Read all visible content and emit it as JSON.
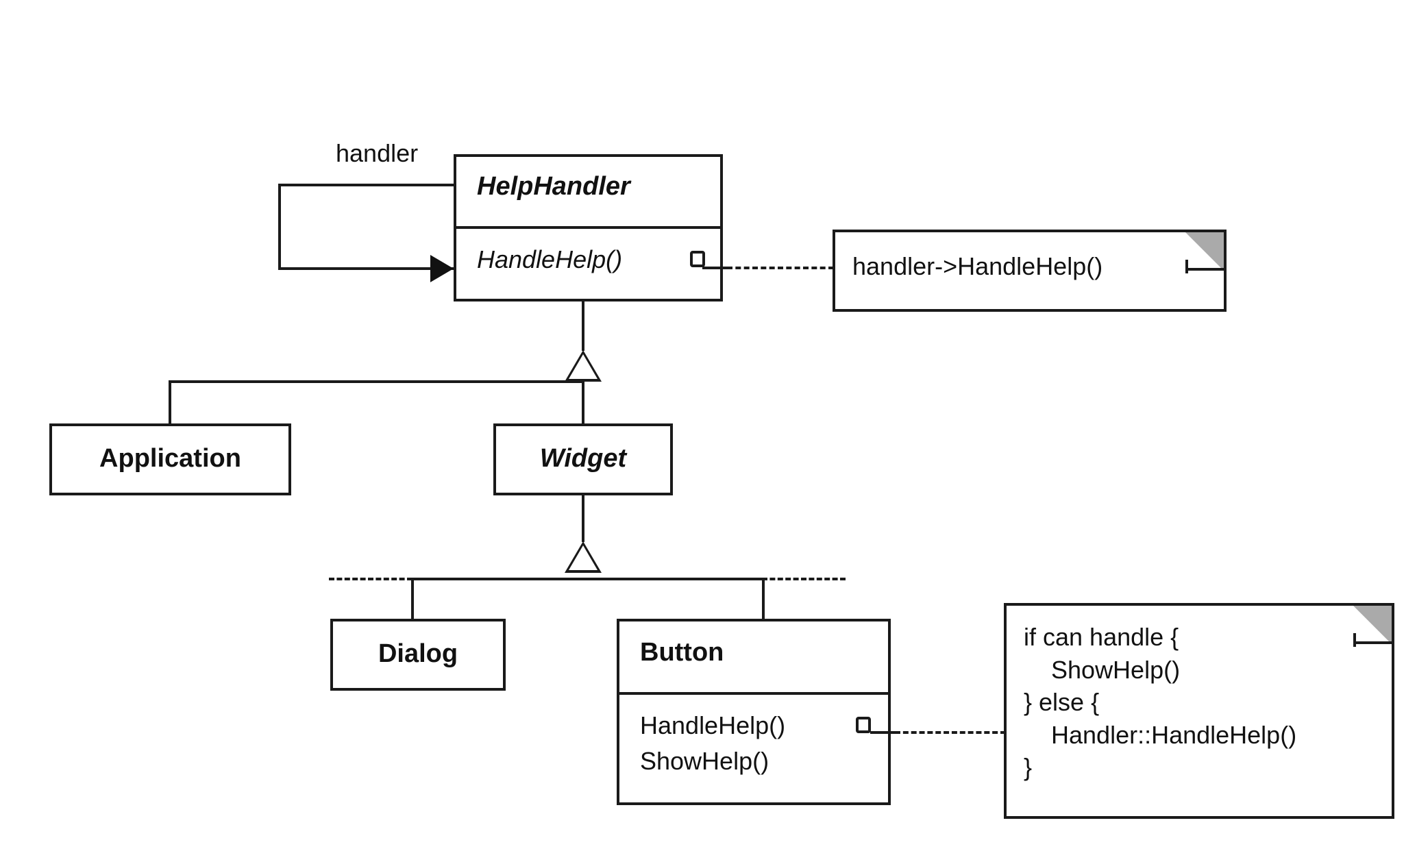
{
  "diagram": {
    "title": "Chain of Responsibility structure diagram",
    "type": "uml-class-diagram",
    "background_color": "#ffffff",
    "line_color": "#1a1a1a",
    "note_fold_color": "#aaaaaa"
  },
  "classes": [
    {
      "id": "helphandler",
      "name": "HelpHandler",
      "abstract": true,
      "operations": [
        {
          "label": "HandleHelp()",
          "abstract": true
        }
      ]
    },
    {
      "id": "application",
      "name": "Application",
      "abstract": false,
      "operations": []
    },
    {
      "id": "widget",
      "name": "Widget",
      "abstract": true,
      "operations": []
    },
    {
      "id": "dialog",
      "name": "Dialog",
      "abstract": false,
      "operations": []
    },
    {
      "id": "button",
      "name": "Button",
      "abstract": false,
      "operations": [
        {
          "label": "HandleHelp()",
          "abstract": false
        },
        {
          "label": "ShowHelp()",
          "abstract": false
        }
      ]
    }
  ],
  "associations": [
    {
      "id": "handler-self-association",
      "label": "handler",
      "from": "helphandler",
      "to": "helphandler",
      "arrow": "filled"
    }
  ],
  "notes": [
    {
      "id": "note-handlehelp",
      "attached_to": "helphandler.HandleHelp()",
      "lines": [
        "handler->HandleHelp()"
      ],
      "text": "handler->HandleHelp()"
    },
    {
      "id": "note-button-handlehelp",
      "attached_to": "button.HandleHelp()",
      "lines": [
        "if can handle {",
        "    ShowHelp()",
        "} else {",
        "    Handler::HandleHelp()",
        "}"
      ],
      "text": "if can handle {\n    ShowHelp()\n} else {\n    Handler::HandleHelp()\n}"
    }
  ],
  "generalizations": [
    {
      "parent": "helphandler",
      "children": [
        "application",
        "widget"
      ]
    },
    {
      "parent": "widget",
      "children": [
        "dialog",
        "button"
      ]
    }
  ]
}
